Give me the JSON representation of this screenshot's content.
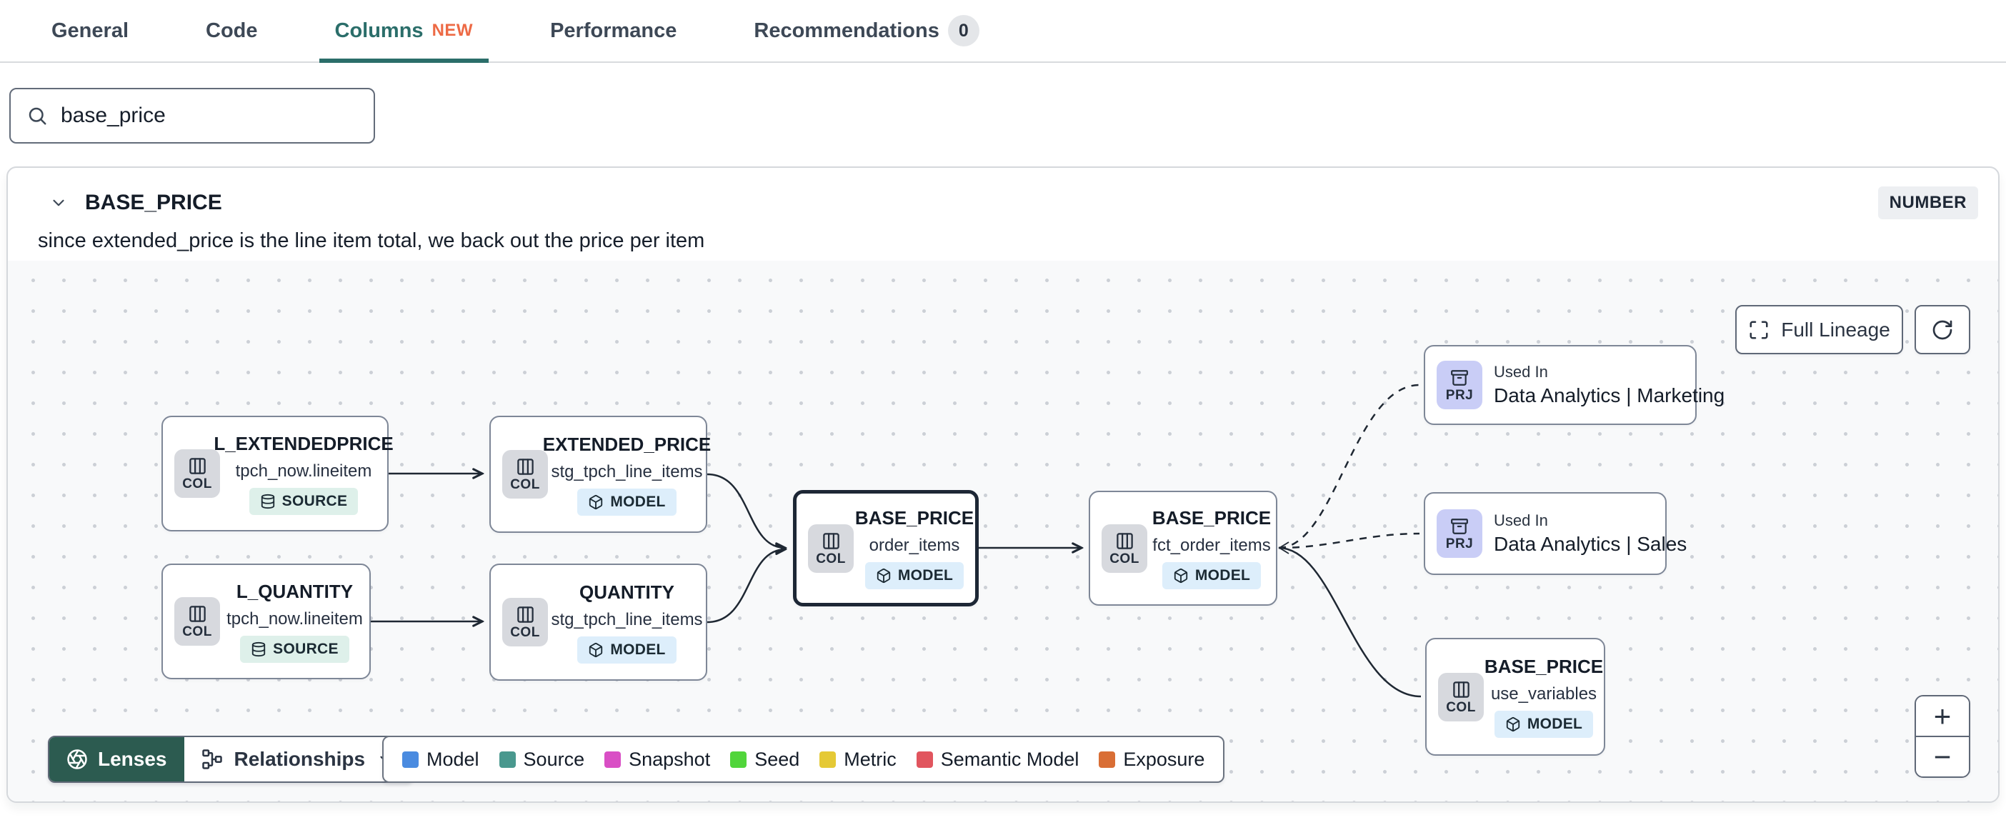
{
  "tabs": {
    "general": "General",
    "code": "Code",
    "columns": "Columns",
    "columns_badge": "NEW",
    "performance": "Performance",
    "recommendations": "Recommendations",
    "recommendations_count": "0"
  },
  "search": {
    "value": "base_price"
  },
  "column_card": {
    "title": "BASE_PRICE",
    "type_badge": "NUMBER",
    "description": "since extended_price is the line item total, we back out the price per item"
  },
  "lineage": {
    "controls": {
      "full_lineage": "Full Lineage",
      "zoom_in": "+",
      "zoom_out": "−"
    },
    "toolbar": {
      "lenses": "Lenses",
      "relationships": "Relationships"
    },
    "nodes": [
      {
        "title": "L_EXTENDEDPRICE",
        "subtitle": "tpch_now.lineitem",
        "kind": "COL",
        "badge": "SOURCE"
      },
      {
        "title": "EXTENDED_PRICE",
        "subtitle": "stg_tpch_line_items",
        "kind": "COL",
        "badge": "MODEL"
      },
      {
        "title": "L_QUANTITY",
        "subtitle": "tpch_now.lineitem",
        "kind": "COL",
        "badge": "SOURCE"
      },
      {
        "title": "QUANTITY",
        "subtitle": "stg_tpch_line_items",
        "kind": "COL",
        "badge": "MODEL"
      },
      {
        "title": "BASE_PRICE",
        "subtitle": "order_items",
        "kind": "COL",
        "badge": "MODEL",
        "selected": true
      },
      {
        "title": "BASE_PRICE",
        "subtitle": "fct_order_items",
        "kind": "COL",
        "badge": "MODEL"
      },
      {
        "eyebrow": "Used In",
        "title": "Data Analytics | Marketing",
        "kind": "PRJ"
      },
      {
        "eyebrow": "Used In",
        "title": "Data Analytics | Sales",
        "kind": "PRJ"
      },
      {
        "title": "BASE_PRICE",
        "subtitle": "use_variables",
        "kind": "COL",
        "badge": "MODEL"
      }
    ],
    "legend": [
      {
        "label": "Model",
        "color": "#4a8be0"
      },
      {
        "label": "Source",
        "color": "#49988e"
      },
      {
        "label": "Snapshot",
        "color": "#d94fc5"
      },
      {
        "label": "Seed",
        "color": "#51d53b"
      },
      {
        "label": "Metric",
        "color": "#e5c935"
      },
      {
        "label": "Semantic Model",
        "color": "#e1555e"
      },
      {
        "label": "Exposure",
        "color": "#d96e35"
      }
    ]
  },
  "colors": {
    "accent_teal": "#2b6e6a",
    "new_badge_orange": "#ed6a45",
    "lenses_button_green": "#2c5b50",
    "model_badge_bg": "#ddeefb",
    "source_badge_bg": "#def0ea",
    "col_chip_bg": "#d7d9de",
    "prj_chip_bg": "#c9cdf6",
    "edge": "#1f2833"
  }
}
